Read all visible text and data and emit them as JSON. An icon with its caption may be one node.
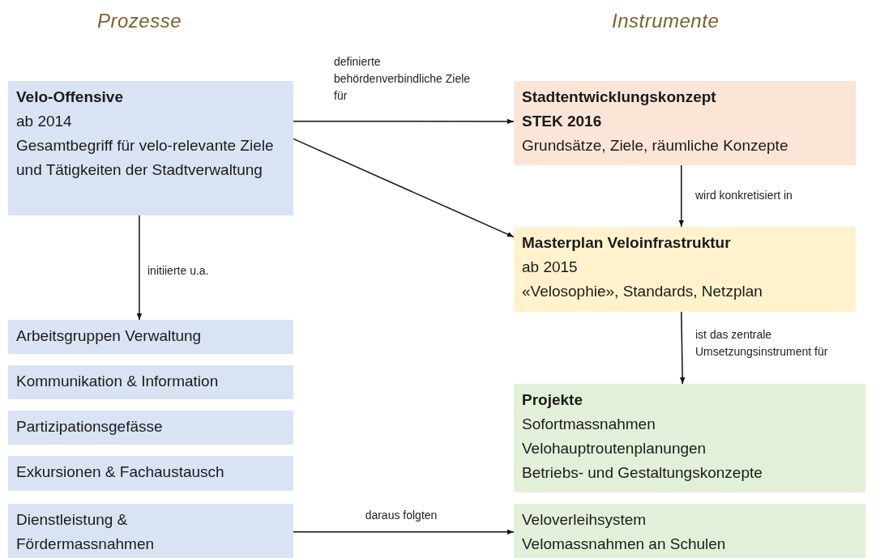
{
  "diagram": {
    "nodes": [
      {
        "text": [
          "Velo-Offensive",
          "ab 2014",
          "Gesamtbegriff für velo-relevante Ziele und Tätigkeiten der Stadtverwaltung"
        ]
      },
      {
        "text": [
          "Stadtentwicklungskonzept STEK 2016",
          "Grundsätze, Ziele, räumliche Konzepte"
        ]
      },
      {
        "text": [
          "Masterplan Veloinfrastruktur",
          "ab 2015",
          "«Velosophie», Standards, Netzplan"
        ]
      },
      {
        "text": [
          "Arbeitsgruppen Verwaltung"
        ]
      },
      {
        "text": [
          "Kommunikation & Information"
        ]
      },
      {
        "text": [
          "Partizipationsgefässe"
        ]
      },
      {
        "text": [
          "Exkursionen & Fachaustausch"
        ]
      },
      {
        "text": [
          "Projekte",
          "Sofortmassnahmen",
          "Velohauptroutenplanungen",
          "Betriebs- und Gestaltungskonzepte"
        ]
      },
      {
        "text": [
          "Dienstleistung & Fördermassnahmen"
        ]
      },
      {
        "text": [
          "Veloverleihsystem",
          "Velomassnahmen an Schulen"
        ]
      }
    ],
    "edges": [
      {
        "from": 0,
        "to": 1,
        "arrow": "to",
        "label": "definierte behördenverbindliche Ziele für"
      },
      {
        "from": 0,
        "to": 2,
        "arrow": "to"
      },
      {
        "from": 1,
        "to": 2,
        "arrow": "to",
        "label": "wird konkretisiert in"
      },
      {
        "from": 0,
        "to": 3,
        "arrow": "to",
        "label": "initiierte u.a."
      },
      {
        "from": 2,
        "to": 7,
        "arrow": "to",
        "label": "ist das zentrale Umsetzungsinstrument für"
      },
      {
        "from": 8,
        "to": 9,
        "arrow": "to",
        "label": "daraus folgten"
      }
    ],
    "labels": [
      "Prozesse",
      "Instrumente"
    ]
  }
}
